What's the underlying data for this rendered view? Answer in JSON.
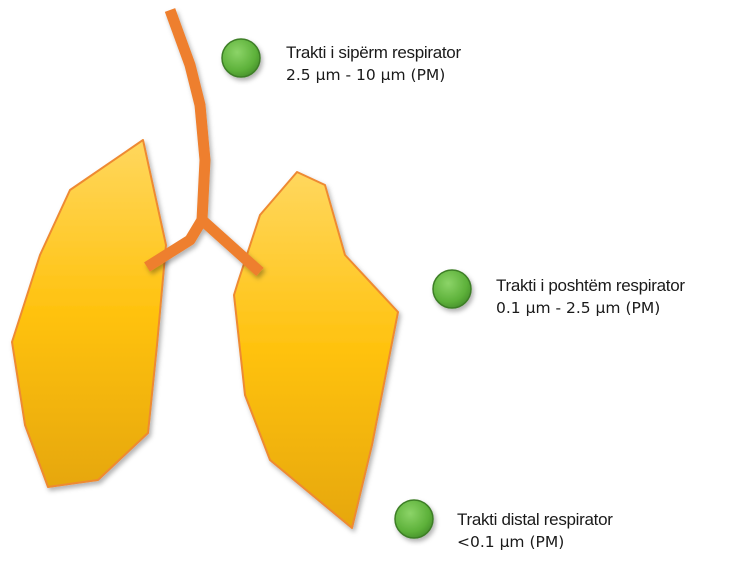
{
  "colors": {
    "lung_fill_light": "#FFD04A",
    "lung_fill_dark": "#E9AC0C",
    "lung_outline": "#EE8A33",
    "airway": "#EE7F2D",
    "marker_fill": "#6DBF45",
    "marker_edge": "#3E7E27"
  },
  "regions": {
    "upper": {
      "title": "Trakti i sipërm respirator",
      "range": "2.5 µm - 10 µm (PM)",
      "marker_icon": "green-dot-icon"
    },
    "lower": {
      "title": "Trakti i poshtëm respirator",
      "range": "0.1 µm - 2.5 µm (PM)",
      "marker_icon": "green-dot-icon"
    },
    "distal": {
      "title": "Trakti distal respirator",
      "range": "<0.1 µm (PM)",
      "marker_icon": "green-dot-icon"
    }
  }
}
